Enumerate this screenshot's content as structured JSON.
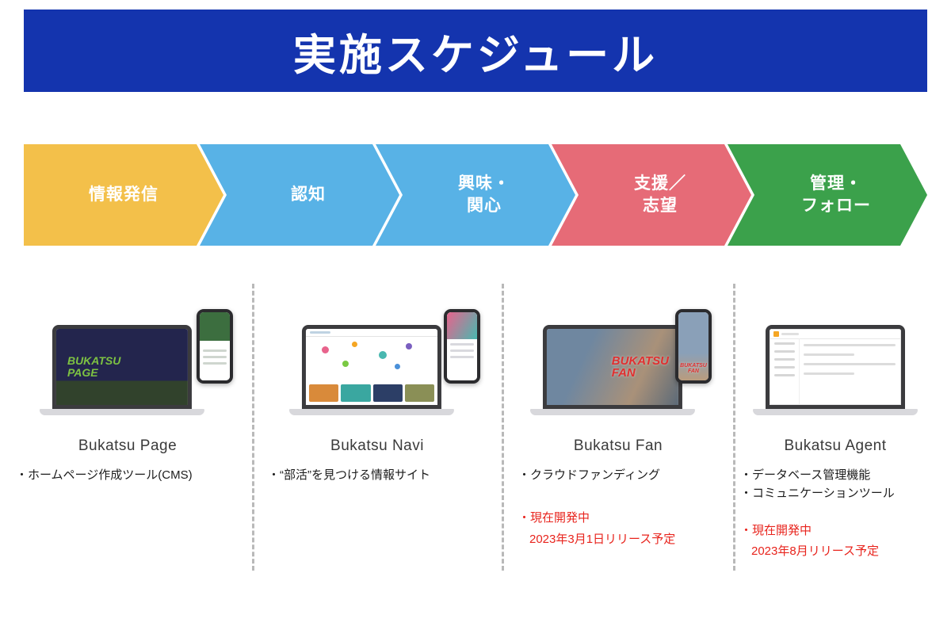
{
  "slide": {
    "title": "実施スケジュール"
  },
  "colors": {
    "banner_blue": "#1434ae",
    "note_red": "#e8241d"
  },
  "flow_steps": [
    {
      "label": "情報発信",
      "color": "#f3c04a"
    },
    {
      "label": "認知",
      "color": "#58b2e6"
    },
    {
      "label": "興味・\n関心",
      "color": "#58b2e6"
    },
    {
      "label": "支援／\n志望",
      "color": "#e66b77"
    },
    {
      "label": "管理・\nフォロー",
      "color": "#3ba14b"
    }
  ],
  "columns": [
    {
      "product": "Bukatsu Page",
      "device_logo": "BUKATSU\nPAGE",
      "bullets": [
        "・ホームページ作成ツール(CMS)"
      ],
      "notes": []
    },
    {
      "product": "Bukatsu Navi",
      "bullets": [
        "・“部活”を見つける情報サイト"
      ],
      "notes": []
    },
    {
      "product": "Bukatsu Fan",
      "device_logo": "BUKATSU\nFAN",
      "bullets": [
        "・クラウドファンディング"
      ],
      "notes": [
        "・現在開発中",
        "2023年3月1日リリース予定"
      ]
    },
    {
      "product": "Bukatsu Agent",
      "bullets": [
        "・データベース管理機能",
        "・コミュニケーションツール"
      ],
      "notes": [
        "・現在開発中",
        "2023年8月リリース予定"
      ]
    }
  ]
}
